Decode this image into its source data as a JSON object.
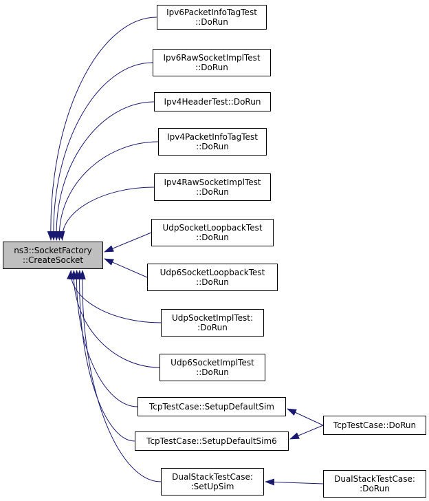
{
  "colors": {
    "edge": "#191970",
    "root_fill": "#bfbfbf",
    "node_fill": "#ffffff",
    "border": "#000000"
  },
  "root": {
    "lines": [
      "ns3::SocketFactory",
      "::CreateSocket"
    ]
  },
  "callers": [
    {
      "id": "ipv6-packet-info-tag-test-dorun",
      "lines": [
        "Ipv6PacketInfoTagTest",
        "::DoRun"
      ]
    },
    {
      "id": "ipv6-raw-socket-impl-test-dorun",
      "lines": [
        "Ipv6RawSocketImplTest",
        "::DoRun"
      ]
    },
    {
      "id": "ipv4-header-test-dorun",
      "lines": [
        "Ipv4HeaderTest::DoRun"
      ]
    },
    {
      "id": "ipv4-packet-info-tag-test-dorun",
      "lines": [
        "Ipv4PacketInfoTagTest",
        "::DoRun"
      ]
    },
    {
      "id": "ipv4-raw-socket-impl-test-dorun",
      "lines": [
        "Ipv4RawSocketImplTest",
        "::DoRun"
      ]
    },
    {
      "id": "udp-socket-loopback-test-dorun",
      "lines": [
        "UdpSocketLoopbackTest",
        "::DoRun"
      ]
    },
    {
      "id": "udp6-socket-loopback-test-dorun",
      "lines": [
        "Udp6SocketLoopbackTest",
        "::DoRun"
      ]
    },
    {
      "id": "udp-socket-impl-test-dorun",
      "lines": [
        "UdpSocketImplTest:",
        ":DoRun"
      ]
    },
    {
      "id": "udp6-socket-impl-test-dorun",
      "lines": [
        "Udp6SocketImplTest",
        "::DoRun"
      ]
    },
    {
      "id": "tcp-test-case-setup-default-sim",
      "lines": [
        "TcpTestCase::SetupDefaultSim"
      ]
    },
    {
      "id": "tcp-test-case-setup-default-sim6",
      "lines": [
        "TcpTestCase::SetupDefaultSim6"
      ]
    },
    {
      "id": "dual-stack-test-case-setupsim",
      "lines": [
        "DualStackTestCase:",
        ":SetUpSim"
      ]
    }
  ],
  "second_level": [
    {
      "id": "tcp-test-case-dorun",
      "lines": [
        "TcpTestCase::DoRun"
      ]
    },
    {
      "id": "dual-stack-test-case-dorun",
      "lines": [
        "DualStackTestCase:",
        ":DoRun"
      ]
    }
  ]
}
